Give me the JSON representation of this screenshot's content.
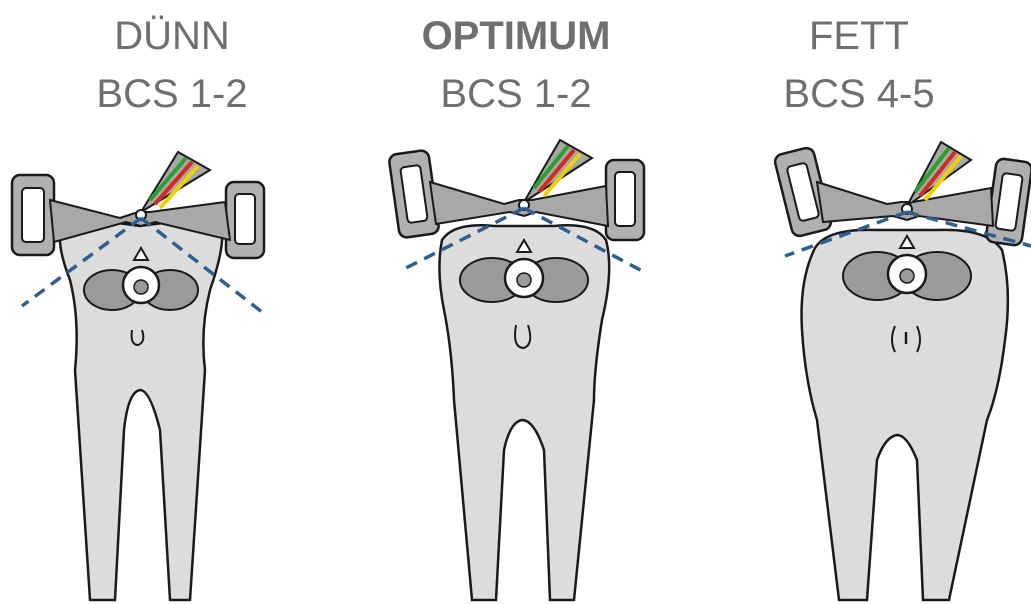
{
  "panels": [
    {
      "label": "DÜNN",
      "score": "BCS 1-2",
      "emphasis": false
    },
    {
      "label": "OPTIMUM",
      "score": "BCS 1-2",
      "emphasis": true
    },
    {
      "label": "FETT",
      "score": "BCS 4-5",
      "emphasis": false
    }
  ],
  "colors": {
    "text": "#6f6f6f",
    "body_fill": "#dcdcdc",
    "outline": "#1a1a1a",
    "gauge_fill": "#a8a8a8",
    "dashed_line": "#2f5f8f",
    "gauge_stripes": [
      "#2e9e2e",
      "#d42a1f",
      "#f0d000"
    ]
  }
}
